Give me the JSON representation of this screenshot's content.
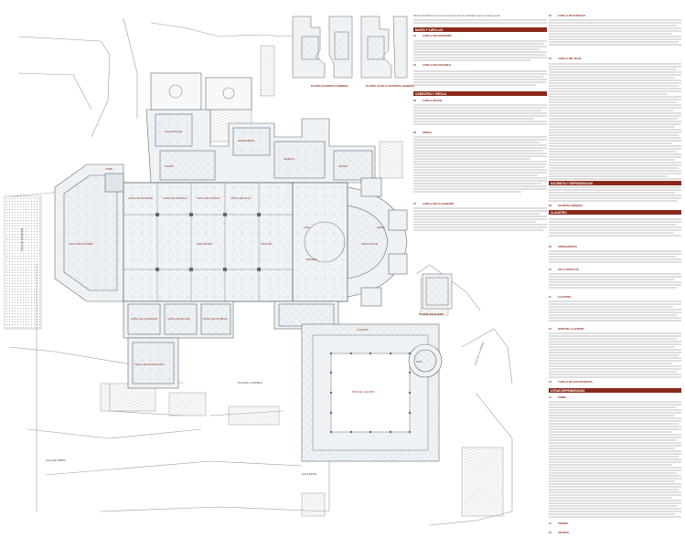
{
  "plan": {
    "inset_titles": [
      "PLANTA SACRISTIA GENERAL",
      "PLANTA ALTILLO SACRISTIA GENERAL",
      "PLANTA ESCALERA"
    ],
    "room_labels": [
      "NAVE CENTRAL",
      "CAPILLA MAYOR",
      "CORO",
      "TRASCORO",
      "CRUCERO",
      "GIROLA",
      "CAPILLA DE SAN PEDRO",
      "CAPILLA DE SAN PABLO",
      "CAPILLA DE SANTIAGO",
      "CAPILLA DEL PILAR",
      "CAPILLA DE LA ASUNCION",
      "CAPILLA DE SAN JUAN",
      "CAPILLA DE LOS REYES",
      "CAPILLA DEL SOCORRO",
      "SACRISTIA",
      "ANTESACRISTIA",
      "SALA CAPITULAR",
      "CLAUSTRO",
      "PATIO DEL CLAUSTRO",
      "CAPILLA DE SAN FRANCISCO",
      "TORRE",
      "TESORO",
      "ARCHIVO",
      "PATIO"
    ],
    "street_labels": [
      "CALLE DE SAN MIGUEL",
      "PLAZA DE LA CATEDRAL",
      "CALLE DEL OBISPO",
      "CALLE MAYOR",
      "CALLE DE LA CATEDRAL"
    ]
  },
  "legend": {
    "intro": "Tabla de identificacion de los elementos del conjunto catedralicio segun su planta general.",
    "sections": [
      {
        "title": "NAVES Y CAPILLAS",
        "entries": [
          {
            "num": "01",
            "head": "CAPILLA DE SAN PEDRO"
          },
          {
            "num": "02",
            "head": "CAPILLA DE SAN PABLO"
          },
          {
            "num": "03",
            "head": "CAPILLA DE SANTIAGO"
          },
          {
            "num": "04",
            "head": "CAPILLA DEL PILAR"
          }
        ]
      },
      {
        "title": "CABECERA Y GIROLA",
        "entries": [
          {
            "num": "05",
            "head": "CAPILLA MAYOR"
          },
          {
            "num": "06",
            "head": "GIROLA"
          },
          {
            "num": "07",
            "head": "CAPILLA DE LA ASUNCION"
          }
        ]
      },
      {
        "title": "SACRISTIA Y DEPENDENCIAS",
        "entries": [
          {
            "num": "08",
            "head": "SACRISTIA GENERAL"
          },
          {
            "num": "09",
            "head": "ANTESACRISTIA"
          },
          {
            "num": "10",
            "head": "SALA CAPITULAR"
          }
        ]
      },
      {
        "title": "CLAUSTRO",
        "entries": [
          {
            "num": "11",
            "head": "CLAUSTRO"
          },
          {
            "num": "12",
            "head": "PATIO DEL CLAUSTRO"
          },
          {
            "num": "13",
            "head": "CAPILLA DE SAN FRANCISCO"
          }
        ]
      },
      {
        "title": "OTRAS DEPENDENCIAS",
        "entries": [
          {
            "num": "14",
            "head": "TORRE"
          },
          {
            "num": "15",
            "head": "TESORO"
          },
          {
            "num": "16",
            "head": "ARCHIVO"
          }
        ]
      }
    ]
  }
}
